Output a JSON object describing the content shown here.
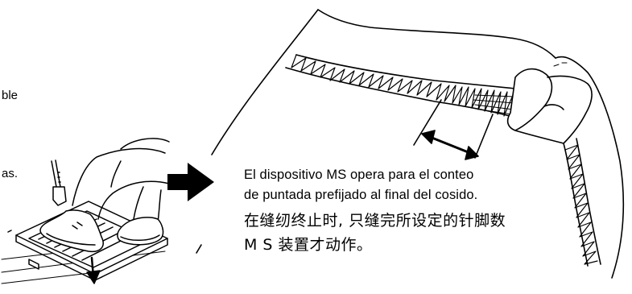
{
  "left_column_fragments": [
    "ble",
    "as."
  ],
  "caption": {
    "spanish_line_1": "El dispositivo MS opera para el conteo",
    "spanish_line_2": "de puntada prefijado al final del cosido.",
    "chinese_line_1": "在缝纫终止时, 只缝完所设定的针脚数",
    "chinese_line_2": "M S 装置才动作。"
  }
}
